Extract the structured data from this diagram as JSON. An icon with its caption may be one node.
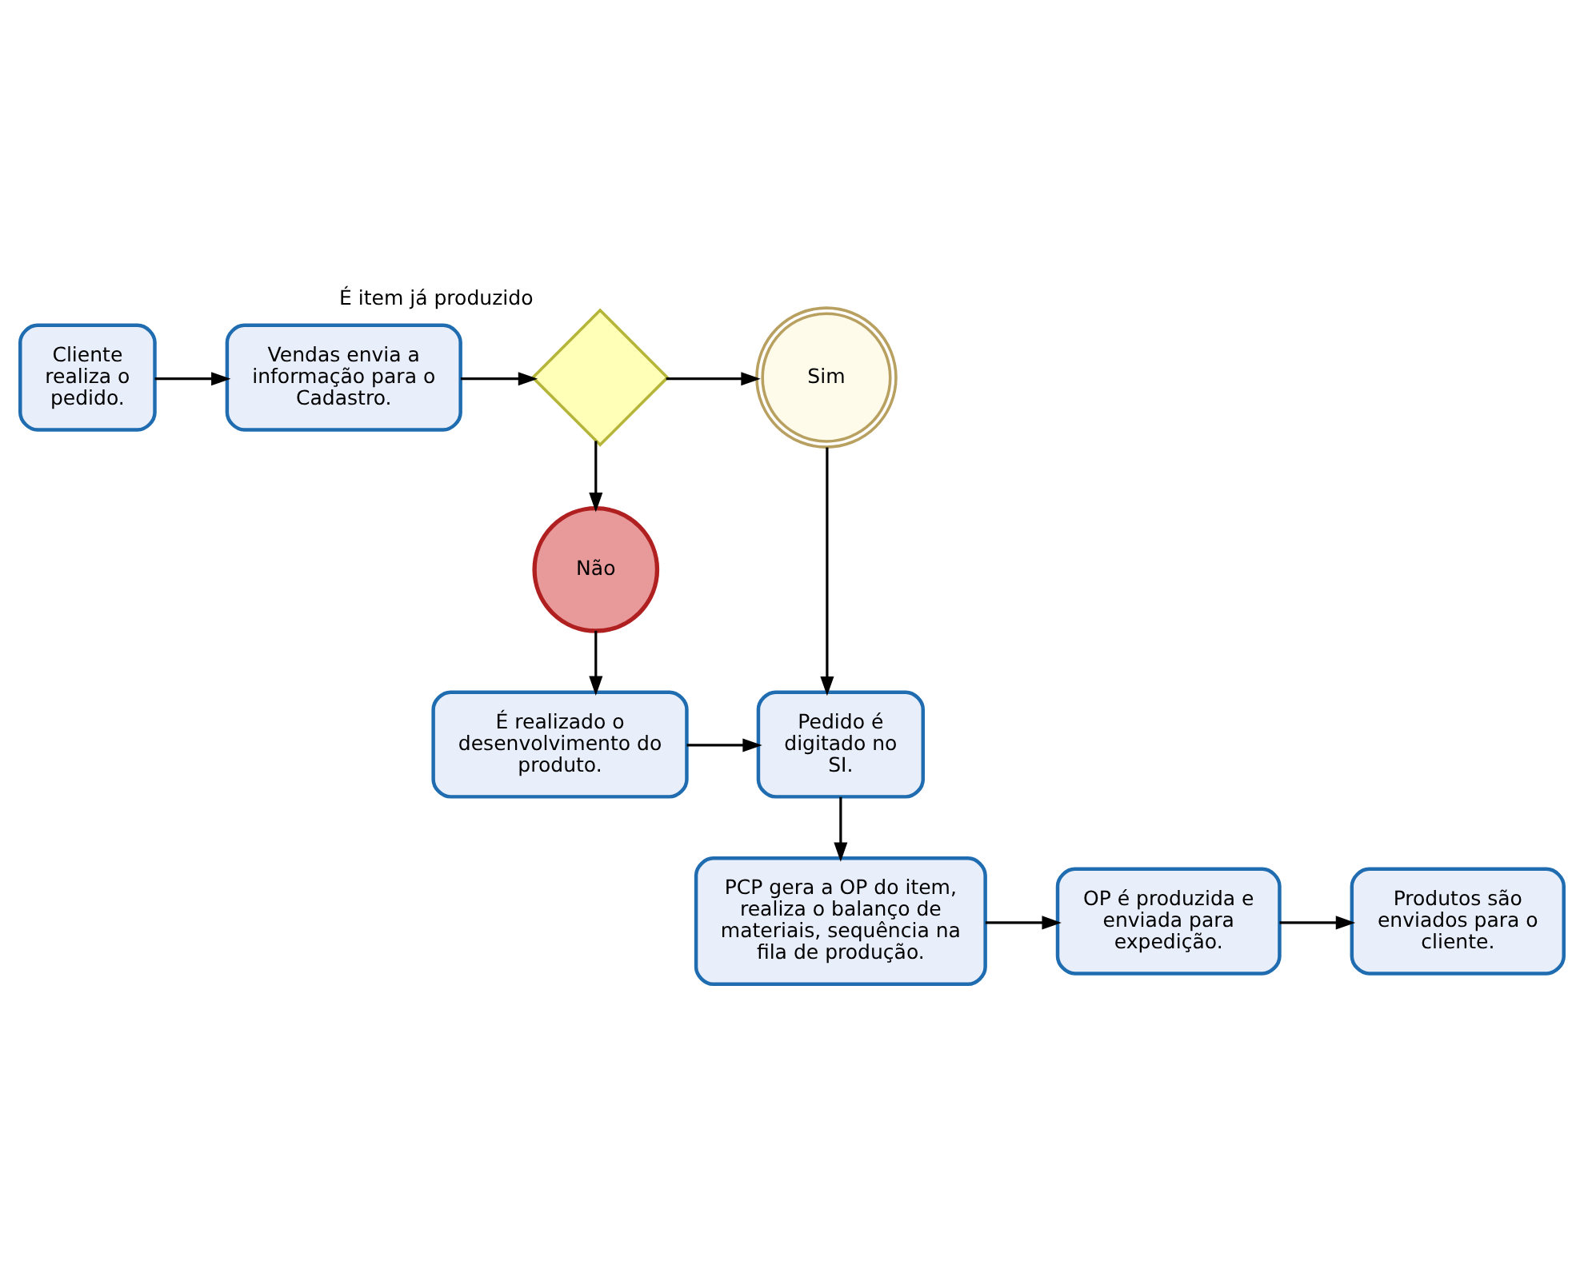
{
  "diagram": {
    "nodes": [
      {
        "text": [
          "Cliente realiza o pedido."
        ]
      },
      {
        "text": [
          "Vendas envia a informação para o Cadastro."
        ]
      },
      {
        "text": [
          "É item já produzido"
        ]
      },
      {
        "text": [
          "Sim"
        ]
      },
      {
        "text": [
          "Não"
        ]
      },
      {
        "text": [
          "É realizado o desenvolvimento do produto."
        ]
      },
      {
        "text": [
          "Pedido é digitado no SI."
        ]
      },
      {
        "text": [
          "PCP gera a OP do item, realiza o balanço de materiais, sequência na fila de produção."
        ]
      },
      {
        "text": [
          "OP é produzida e enviada para expedição."
        ]
      },
      {
        "text": [
          "Produtos são enviados para o cliente."
        ]
      }
    ],
    "edges": [
      {
        "from": 0,
        "to": 1,
        "arrow": "to"
      },
      {
        "from": 1,
        "to": 2,
        "arrow": "to"
      },
      {
        "from": 2,
        "to": 3,
        "arrow": "to"
      },
      {
        "from": 2,
        "to": 4,
        "arrow": "to"
      },
      {
        "from": 4,
        "to": 5,
        "arrow": "to"
      },
      {
        "from": 5,
        "to": 6,
        "arrow": "to"
      },
      {
        "from": 3,
        "to": 6,
        "arrow": "to"
      },
      {
        "from": 6,
        "to": 7,
        "arrow": "to"
      },
      {
        "from": 7,
        "to": 8,
        "arrow": "to"
      },
      {
        "from": 8,
        "to": 9,
        "arrow": "to"
      }
    ]
  }
}
